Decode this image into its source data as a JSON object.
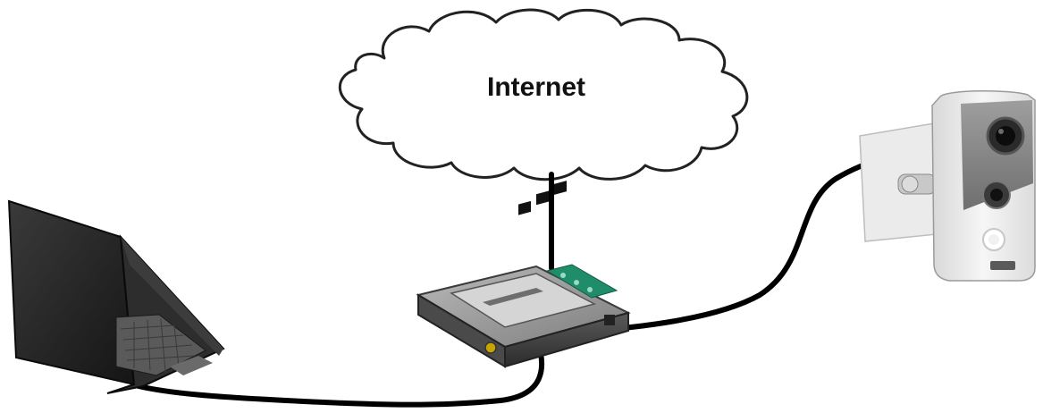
{
  "cloud": {
    "label": "Internet",
    "icon": "cloud-icon"
  },
  "devices": [
    {
      "name": "laptop",
      "icon": "laptop-icon"
    },
    {
      "name": "router",
      "icon": "router-icon"
    },
    {
      "name": "ip-camera",
      "icon": "camera-icon"
    }
  ],
  "colors": {
    "cable": "#000000",
    "cloud_stroke": "#222222",
    "router_body": "#9a9a9a",
    "router_accent": "#1f8c6a",
    "camera_body": "#ececec",
    "camera_face": "#8f8f8f",
    "laptop_body": "#2a2a2a"
  }
}
